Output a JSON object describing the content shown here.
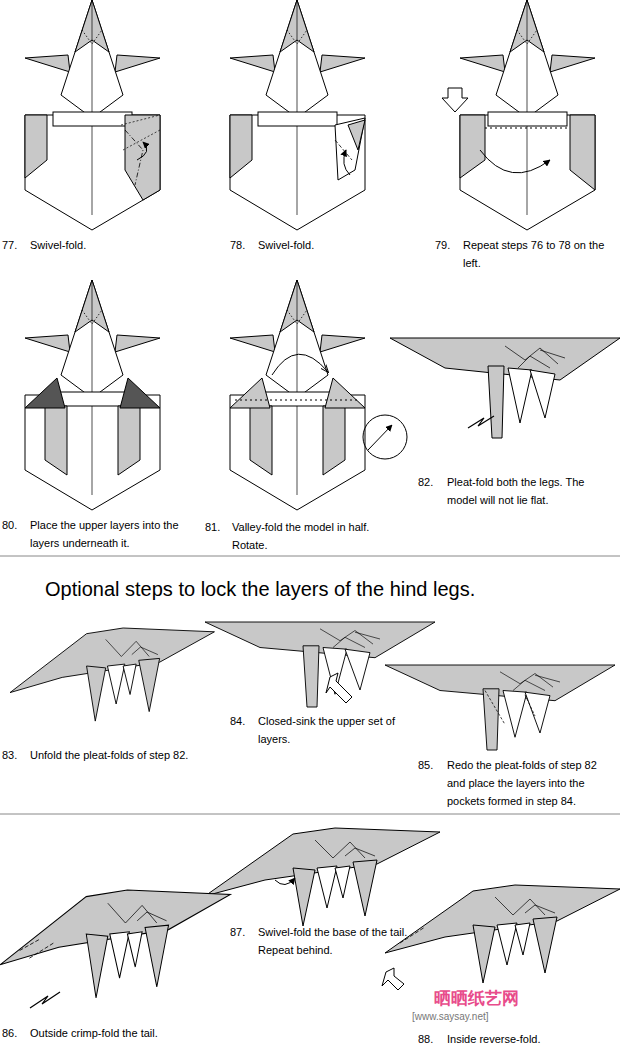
{
  "diagram": {
    "title": "Optional steps to lock the layers of the hind legs.",
    "labels": [
      "77.",
      "Swivel-fold.",
      "78.",
      "Swivel-fold.",
      "79.",
      "Repeat steps 76 to 78 on the left.",
      "80.",
      "Place the upper layers into the layers underneath it.",
      "81.",
      "Valley-fold the model in half. Rotate.",
      "82.",
      "Pleat-fold both the legs. The model will not lie flat.",
      "83.",
      "Unfold the pleat-folds of step 82.",
      "84.",
      "Closed-sink the upper set of layers.",
      "85.",
      "Redo the pleat-folds of step 82 and place the layers into the pockets formed in step 84.",
      "86.",
      "Outside crimp-fold the tail.",
      "87.",
      "Swivel-fold the base of the tail. Repeat behind.",
      "88.",
      "Inside reverse-fold.",
      "晒晒纸艺网",
      "[www.saysay.net]"
    ]
  }
}
